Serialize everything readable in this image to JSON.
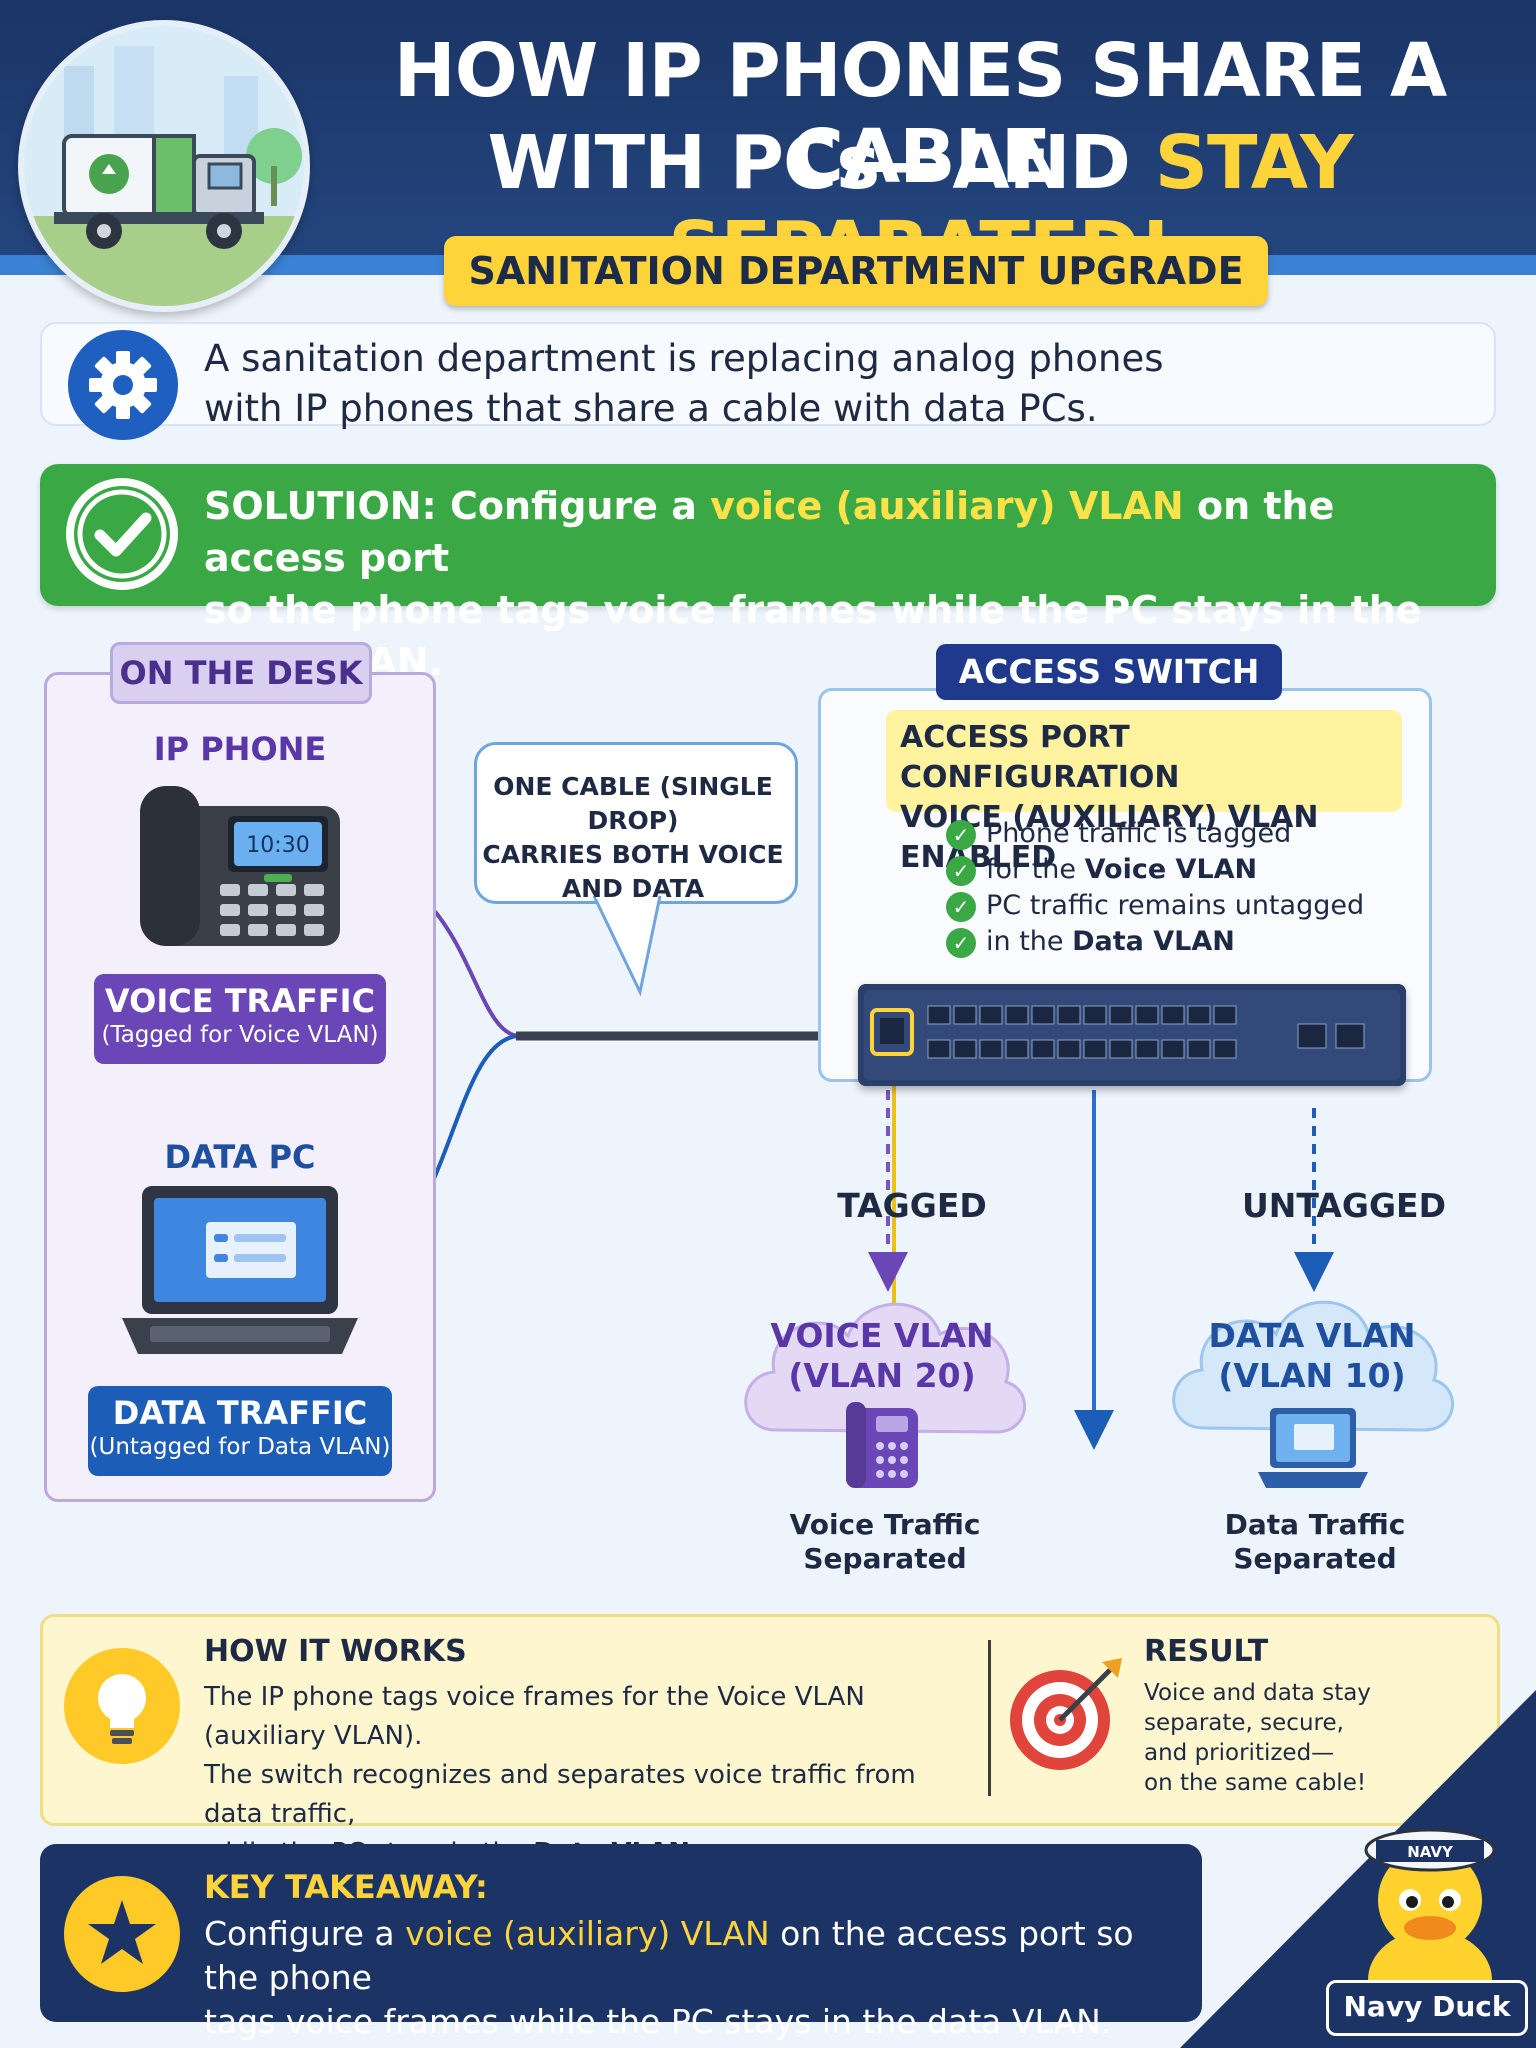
{
  "header": {
    "title_line1": "HOW IP PHONES SHARE A CABLE",
    "title_line2_prefix": "WITH PCs—AND ",
    "title_line2_highlight": "STAY SEPARATED!",
    "subtitle": "SANITATION DEPARTMENT UPGRADE"
  },
  "intro": {
    "line1": "A sanitation department is replacing analog phones",
    "line2": "with IP phones that share a cable with data PCs."
  },
  "solution": {
    "line1_prefix": "SOLUTION: Configure a ",
    "line1_highlight": "voice (auxiliary) VLAN",
    "line1_suffix": " on the access port",
    "line2": "so the phone tags voice frames while the PC stays in the data VLAN."
  },
  "desk": {
    "tab": "ON THE DESK",
    "phone_label": "IP PHONE",
    "phone_screen": "10:30",
    "voice_traffic": "VOICE TRAFFIC",
    "voice_traffic_sub": "(Tagged for Voice VLAN)",
    "pc_label": "DATA PC",
    "data_traffic": "DATA TRAFFIC",
    "data_traffic_sub": "(Untagged for Data VLAN)"
  },
  "bubble": {
    "line1": "ONE CABLE (SINGLE DROP)",
    "line2": "CARRIES BOTH VOICE",
    "line3": "AND DATA"
  },
  "switch": {
    "tab": "ACCESS SWITCH",
    "config_line1": "ACCESS PORT CONFIGURATION",
    "config_line2": "VOICE (AUXILIARY) VLAN ENABLED",
    "check1a": "Phone traffic is tagged",
    "check1b_prefix": "for the ",
    "check1b_bold": "Voice VLAN",
    "check2a": "PC traffic remains untagged",
    "check2b_prefix": "in the ",
    "check2b_bold": "Data VLAN",
    "check_glyph": "✓"
  },
  "flows": {
    "tagged": "TAGGED",
    "untagged": "UNTAGGED",
    "voice_vlan": "VOICE VLAN",
    "voice_vlan_id": "(VLAN 20)",
    "data_vlan": "DATA VLAN",
    "data_vlan_id": "(VLAN 10)",
    "voice_sep1": "Voice Traffic",
    "voice_sep2": "Separated",
    "data_sep1": "Data Traffic",
    "data_sep2": "Separated"
  },
  "how": {
    "title": "HOW IT WORKS",
    "line1": "The IP phone tags voice frames for the Voice VLAN (auxiliary VLAN).",
    "line2": "The switch recognizes and separates voice traffic from data traffic,",
    "line3_prefix": "while the PC stays in the ",
    "line3_bold": "Data VLAN",
    "line3_suffix": "."
  },
  "result": {
    "title": "RESULT",
    "line1": "Voice and data stay",
    "line2": "separate, secure,",
    "line3": "and prioritized—",
    "line4": "on the same cable!"
  },
  "takeaway": {
    "title": "KEY TAKEAWAY:",
    "line1_prefix": "Configure a ",
    "line1_highlight": "voice (auxiliary) VLAN",
    "line1_suffix": " on the access port so the phone",
    "line2": "tags voice frames while the PC stays in the data VLAN."
  },
  "mascot": {
    "name": "Navy Duck",
    "hat_text": "NAVY"
  },
  "colors": {
    "navy": "#1f3a6e",
    "yellow": "#ffd43b",
    "green": "#3aa845",
    "purple": "#6b46b6",
    "blue": "#1c5db8"
  }
}
